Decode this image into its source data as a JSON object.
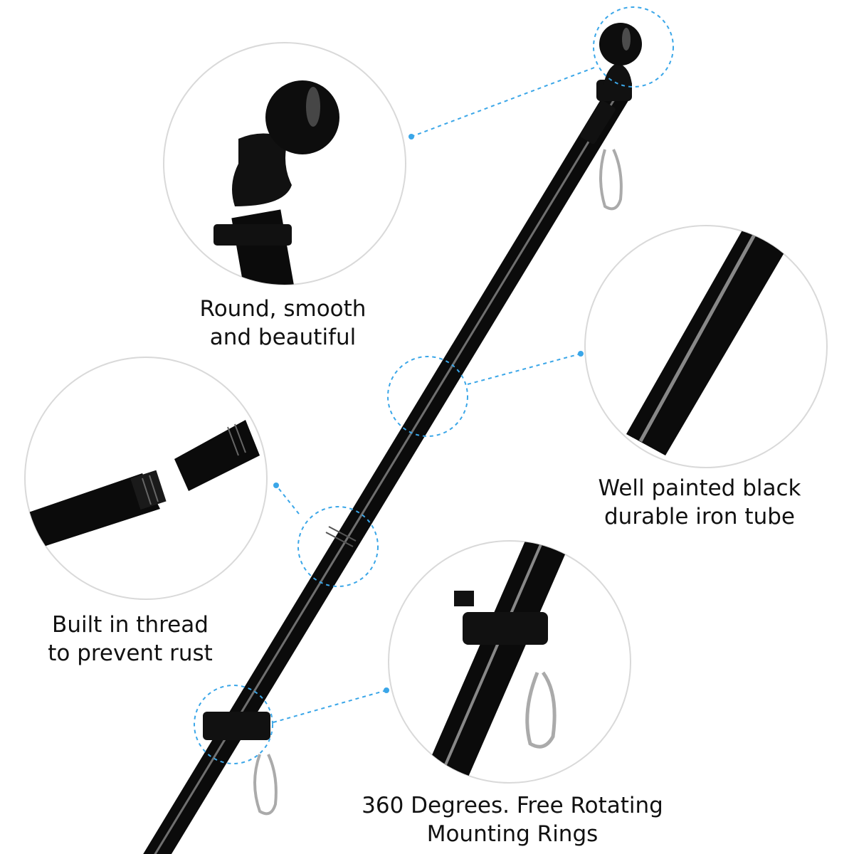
{
  "colors": {
    "accent": "#3aa6e8",
    "pole": "#0b0b0b",
    "highlight": "#8a8a8a",
    "circle_border": "#d9d9d9"
  },
  "features": [
    {
      "id": "finial",
      "line1": "Round, smooth",
      "line2": "and beautiful"
    },
    {
      "id": "tube",
      "line1": "Well painted black",
      "line2": "durable iron tube"
    },
    {
      "id": "thread",
      "line1": "Built in thread",
      "line2": "to prevent rust"
    },
    {
      "id": "rings",
      "line1": "360 Degrees. Free Rotating",
      "line2": "Mounting Rings"
    }
  ]
}
